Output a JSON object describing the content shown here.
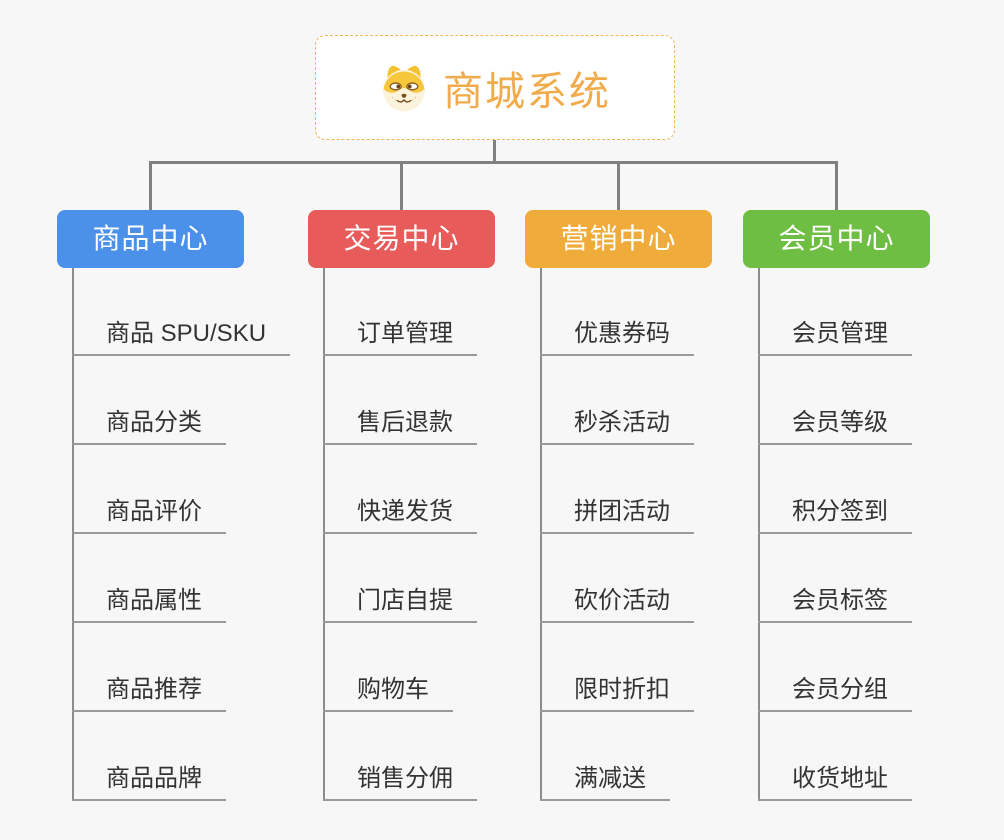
{
  "colors": {
    "page_bg": "#F7F7F7",
    "line": "#808080",
    "trunk": "#8C8C8C",
    "underline": "#999999",
    "item_text": "#333333",
    "root_border": "#F2B45A",
    "root_title": "#F0AB4B"
  },
  "root": {
    "title": "商城系统",
    "icon": "dog-face-icon"
  },
  "branches": [
    {
      "label": "商品中心",
      "color": "#4B91E9",
      "children": [
        "商品 SPU/SKU",
        "商品分类",
        "商品评价",
        "商品属性",
        "商品推荐",
        "商品品牌"
      ]
    },
    {
      "label": "交易中心",
      "color": "#E75C5B",
      "children": [
        "订单管理",
        "售后退款",
        "快递发货",
        "门店自提",
        "购物车",
        "销售分佣"
      ]
    },
    {
      "label": "营销中心",
      "color": "#EFAC3B",
      "children": [
        "优惠券码",
        "秒杀活动",
        "拼团活动",
        "砍价活动",
        "限时折扣",
        "满减送"
      ]
    },
    {
      "label": "会员中心",
      "color": "#6FBE44",
      "children": [
        "会员管理",
        "会员等级",
        "积分签到",
        "会员标签",
        "会员分组",
        "收货地址"
      ]
    }
  ]
}
